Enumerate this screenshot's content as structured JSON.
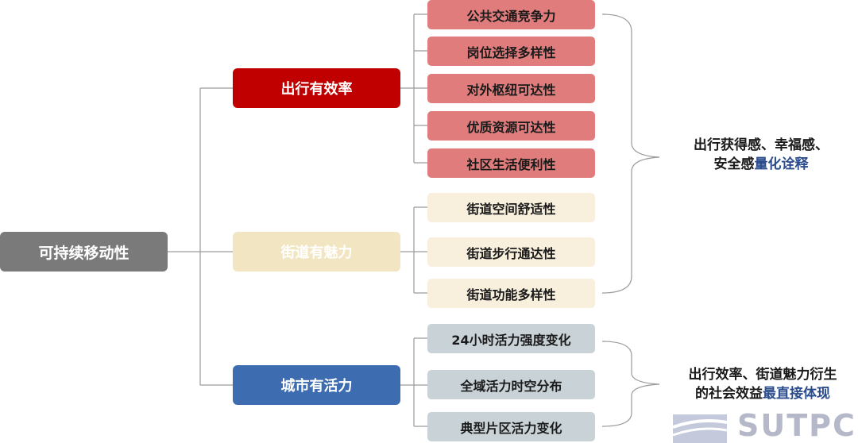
{
  "root": {
    "label": "可持续移动性"
  },
  "branches": [
    {
      "label": "出行有效率",
      "color": "#c00000",
      "children": [
        "公共交通竞争力",
        "岗位选择多样性",
        "对外枢纽可达性",
        "优质资源可达性",
        "社区生活便利性"
      ]
    },
    {
      "label": "街道有魅力",
      "color": "#f2e6c2",
      "children": [
        "街道空间舒适性",
        "街道步行通达性",
        "街道功能多样性"
      ]
    },
    {
      "label": "城市有活力",
      "color": "#3d6db0",
      "children": [
        "24小时活力强度变化",
        "全域活力时空分布",
        "典型片区活力变化"
      ]
    }
  ],
  "notes": {
    "note1": {
      "line1": "出行获得感、幸福感、",
      "line2_plain": "安全感",
      "line2_highlight": "量化诠释"
    },
    "note2": {
      "line1": "出行效率、街道魅力衍生",
      "line2_plain": "的社会效益",
      "line2_highlight": "最直接体现"
    }
  },
  "logo": {
    "text": "SUTPC"
  }
}
